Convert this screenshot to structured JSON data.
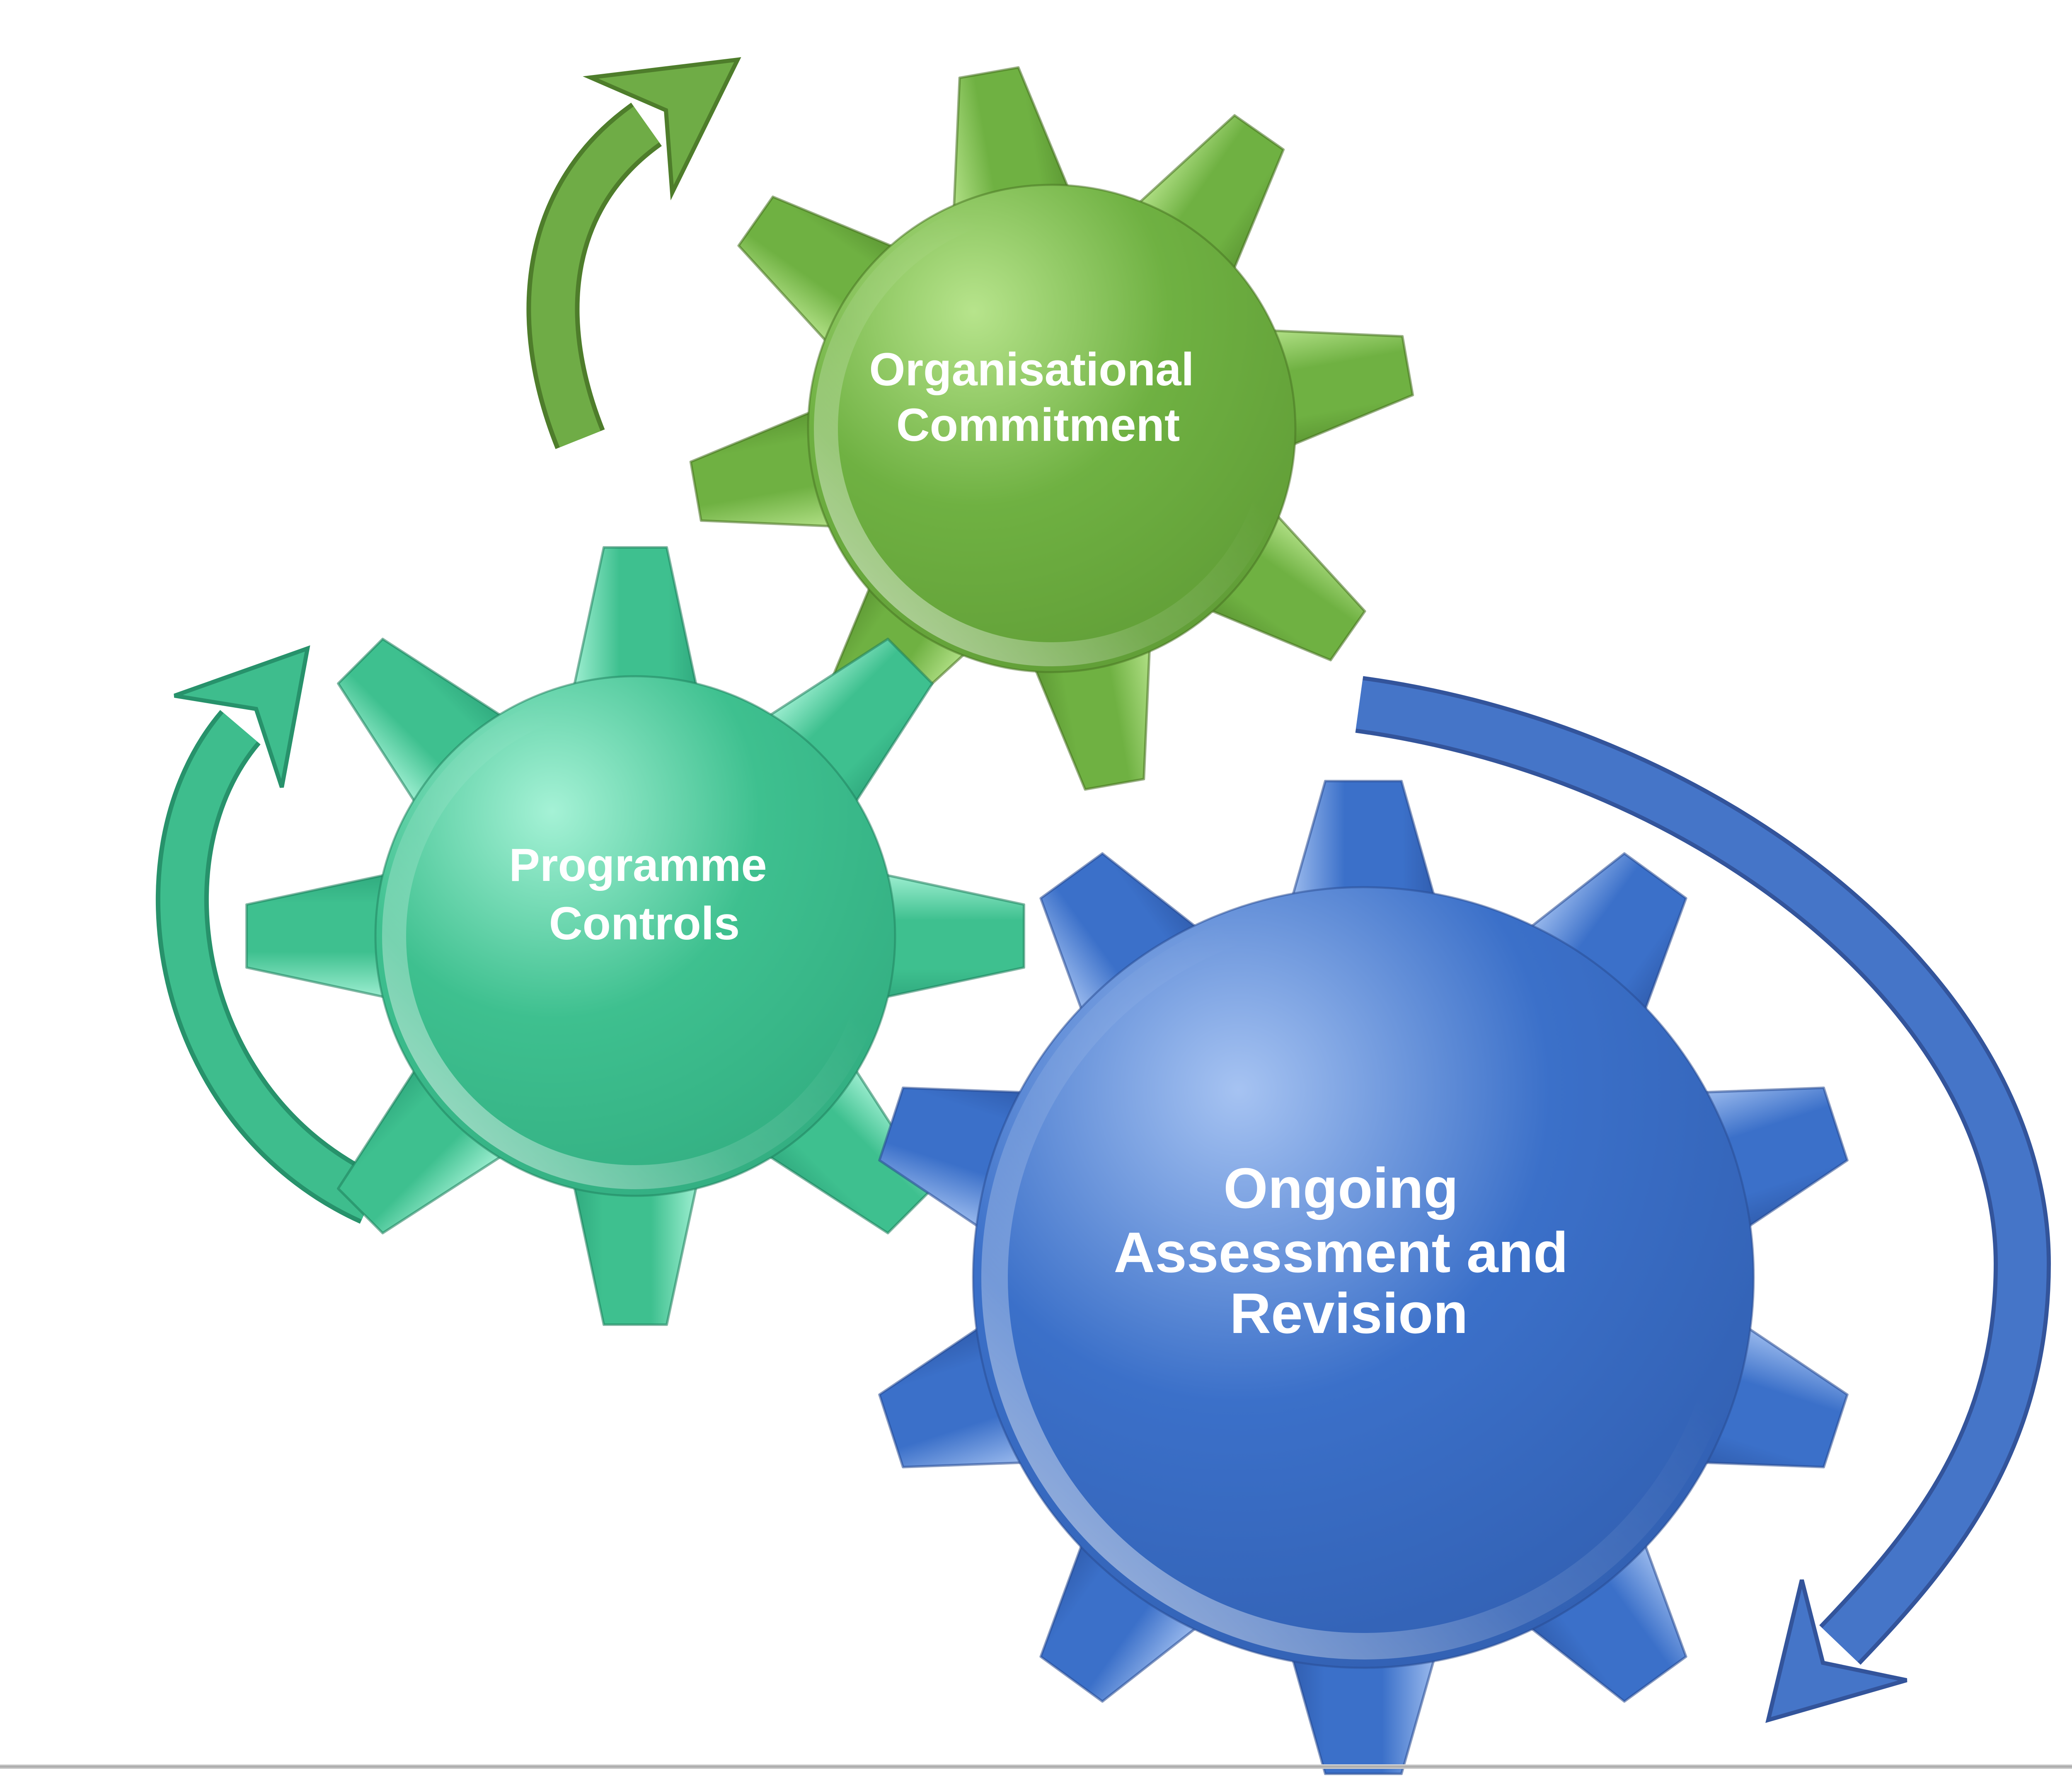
{
  "canvas": {
    "background": "#FFFFFF",
    "footer_line_color": "#A6A6A6"
  },
  "gears": [
    {
      "id": "organisational-commitment",
      "label": "Organisational Commitment",
      "label_lines": [
        "Organisational",
        "Commitment"
      ],
      "teeth_count": 8,
      "color_base": "#6FB142",
      "color_light": "#B7E48C",
      "color_edge": "#5C9733",
      "color_dark": "#46701F",
      "text_color": "#FFFFFF"
    },
    {
      "id": "programme-controls",
      "label": "Programme Controls",
      "label_lines": [
        "Programme",
        "Controls"
      ],
      "teeth_count": 8,
      "color_base": "#3EC08F",
      "color_light": "#A5F2D6",
      "color_edge": "#2FA87D",
      "color_dark": "#1E7D5B",
      "text_color": "#FFFFFF"
    },
    {
      "id": "ongoing-assessment-and-revision",
      "label": "Ongoing Assessment and Revision",
      "label_lines": [
        "Ongoing",
        "Assessment and",
        "Revision"
      ],
      "teeth_count": 10,
      "color_base": "#3B70C9",
      "color_light": "#A6C3F2",
      "color_edge": "#2F5BAB",
      "color_dark": "#27498F",
      "text_color": "#FFFFFF"
    }
  ],
  "arrows": [
    {
      "id": "green-cycle-arrow",
      "direction": "curves up toward upper-right beside green gear",
      "color": "#6FAC46",
      "color_dark": "#4E7D2B"
    },
    {
      "id": "teal-cycle-arrow",
      "direction": "curves up toward upper-right beside teal gear",
      "color": "#3EBD8D",
      "color_dark": "#27926B"
    },
    {
      "id": "blue-cycle-arrow",
      "direction": "sweeps clockwise around blue gear ending lower-left",
      "color": "#4575C8",
      "color_dark": "#33549B"
    }
  ]
}
